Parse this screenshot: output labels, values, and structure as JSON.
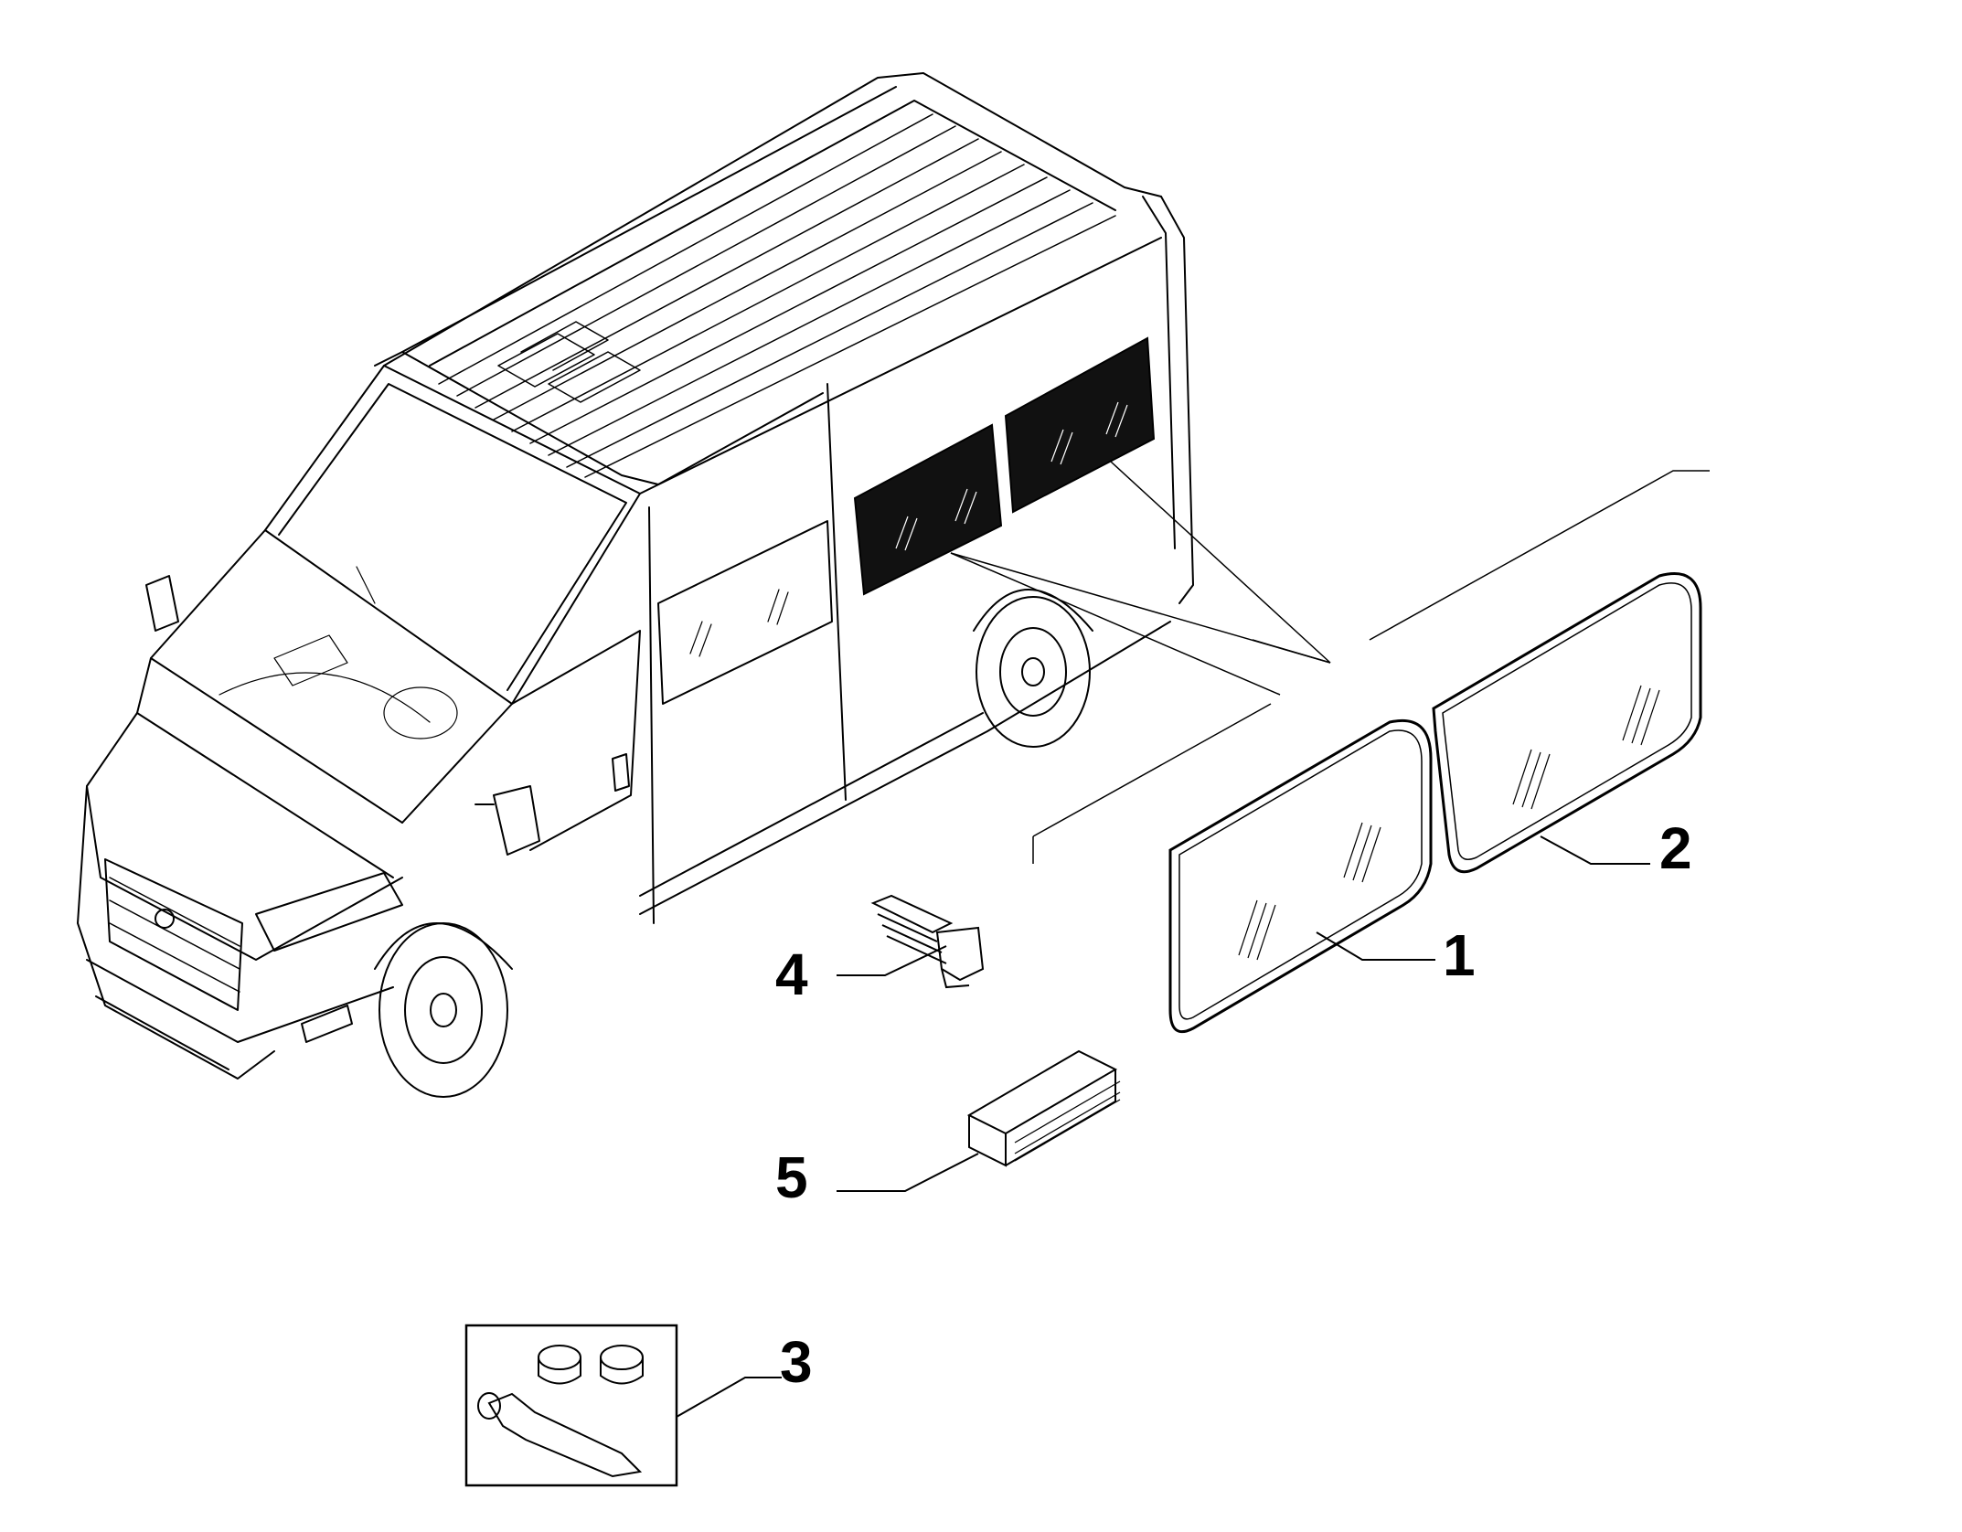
{
  "diagram": {
    "callouts": [
      {
        "id": "1",
        "label": "1"
      },
      {
        "id": "2",
        "label": "2"
      },
      {
        "id": "3",
        "label": "3"
      },
      {
        "id": "4",
        "label": "4"
      },
      {
        "id": "5",
        "label": "5"
      }
    ],
    "colors": {
      "line": "#000000",
      "glass_dark": "#111111",
      "background": "#ffffff"
    }
  }
}
